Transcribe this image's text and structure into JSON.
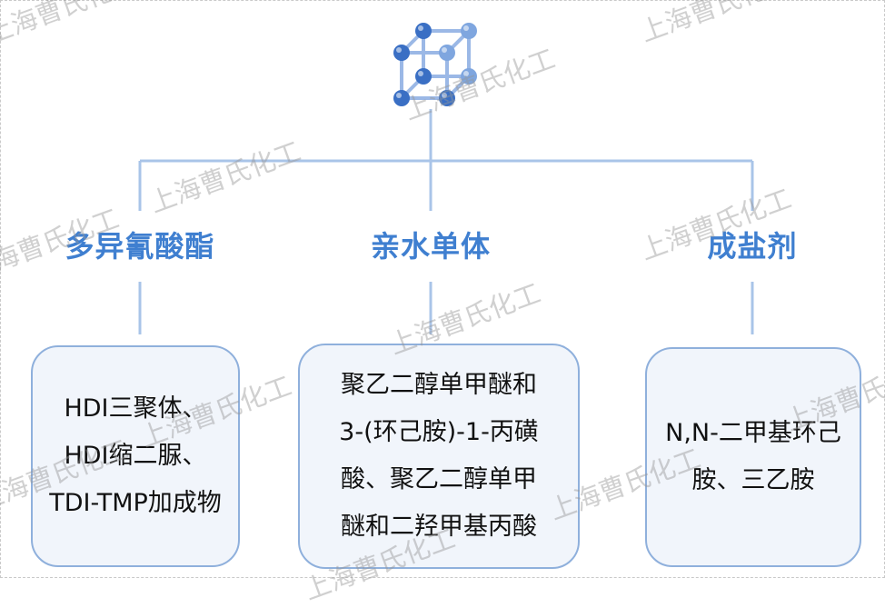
{
  "watermark": "上海曹氏化工",
  "logo": {
    "icon": "molecule-cube-icon",
    "colors": {
      "node": "#3a6fc4",
      "node_light": "#7fa6df",
      "edge": "#9bb8e6"
    }
  },
  "columns": [
    {
      "heading": "多异氰酸酯",
      "lines": [
        "HDI三聚体、",
        "HDI缩二脲、",
        "TDI-TMP加成物"
      ]
    },
    {
      "heading": "亲水单体",
      "lines": [
        "聚乙二醇单甲醚和",
        "3-(环己胺)-1-丙磺",
        "酸、聚乙二醇单甲",
        "醚和二羟甲基丙酸"
      ]
    },
    {
      "heading": "成盐剂",
      "lines": [
        "N,N-二甲基环己",
        "胺、三乙胺"
      ]
    }
  ],
  "colors": {
    "connector": "#a9c4e8",
    "heading": "#3f7fd0",
    "card_border": "#8fb0dc",
    "card_fill": "#f1f5fb"
  }
}
